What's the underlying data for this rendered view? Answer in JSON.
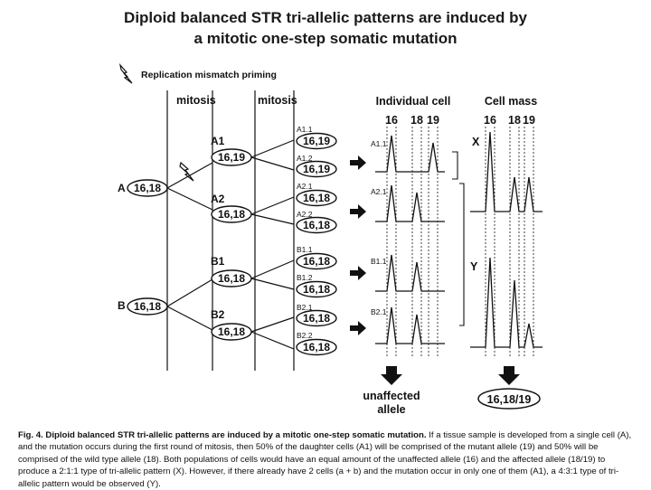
{
  "title_line1": "Diploid balanced STR tri-allelic patterns are induced by",
  "title_line2": "a mitotic one-step somatic mutation",
  "legend": "Replication mismatch priming",
  "mitosis_label": "mitosis",
  "header_individual": "Individual cell",
  "header_mass": "Cell mass",
  "peaks": [
    "16",
    "18",
    "19"
  ],
  "cells": {
    "A": {
      "name": "A",
      "value": "16,18"
    },
    "B": {
      "name": "B",
      "value": "16,18"
    },
    "A1": {
      "name": "A1",
      "value": "16,19"
    },
    "A2": {
      "name": "A2",
      "value": "16,18"
    },
    "B1": {
      "name": "B1",
      "value": "16,18"
    },
    "B2": {
      "name": "B2",
      "value": "16,18"
    }
  },
  "daughters": [
    {
      "name": "A1.1",
      "value": "16,19"
    },
    {
      "name": "A1.2",
      "value": "16,19"
    },
    {
      "name": "A2.1",
      "value": "16,18"
    },
    {
      "name": "A2.2",
      "value": "16,18"
    },
    {
      "name": "B1.1",
      "value": "16,18"
    },
    {
      "name": "B1.2",
      "value": "16,18"
    },
    {
      "name": "B2.1",
      "value": "16,18"
    },
    {
      "name": "B2.2",
      "value": "16,18"
    }
  ],
  "trace_labels": [
    "A1.1",
    "A2.1",
    "B1.1",
    "B2.1"
  ],
  "bracket_x": "X",
  "bracket_y": "Y",
  "result_individual_line1": "unaffected",
  "result_individual_line2": "allele",
  "result_mass": "16,18/19",
  "caption": {
    "fig": "Fig. 4.",
    "bold": "Diploid balanced STR tri-allelic patterns are induced by a mitotic one-step somatic mutation.",
    "rest": "If a tissue sample is developed from a single cell (A), and the mutation occurs during the first round of mitosis, then 50% of the daughter cells (A1) will be comprised of the mutant allele (19) and 50% will be comprised of the wild type allele (18). Both populations of cells would have an equal amount of the unaffected allele (16) and the affected allele (18/19) to produce a 2:1:1 type of tri-allelic pattern (X). However, if there already have 2 cells (a + b) and the mutation occur in only one of them (A1), a 4:3:1 type of tri-allelic pattern would be observed (Y)."
  }
}
